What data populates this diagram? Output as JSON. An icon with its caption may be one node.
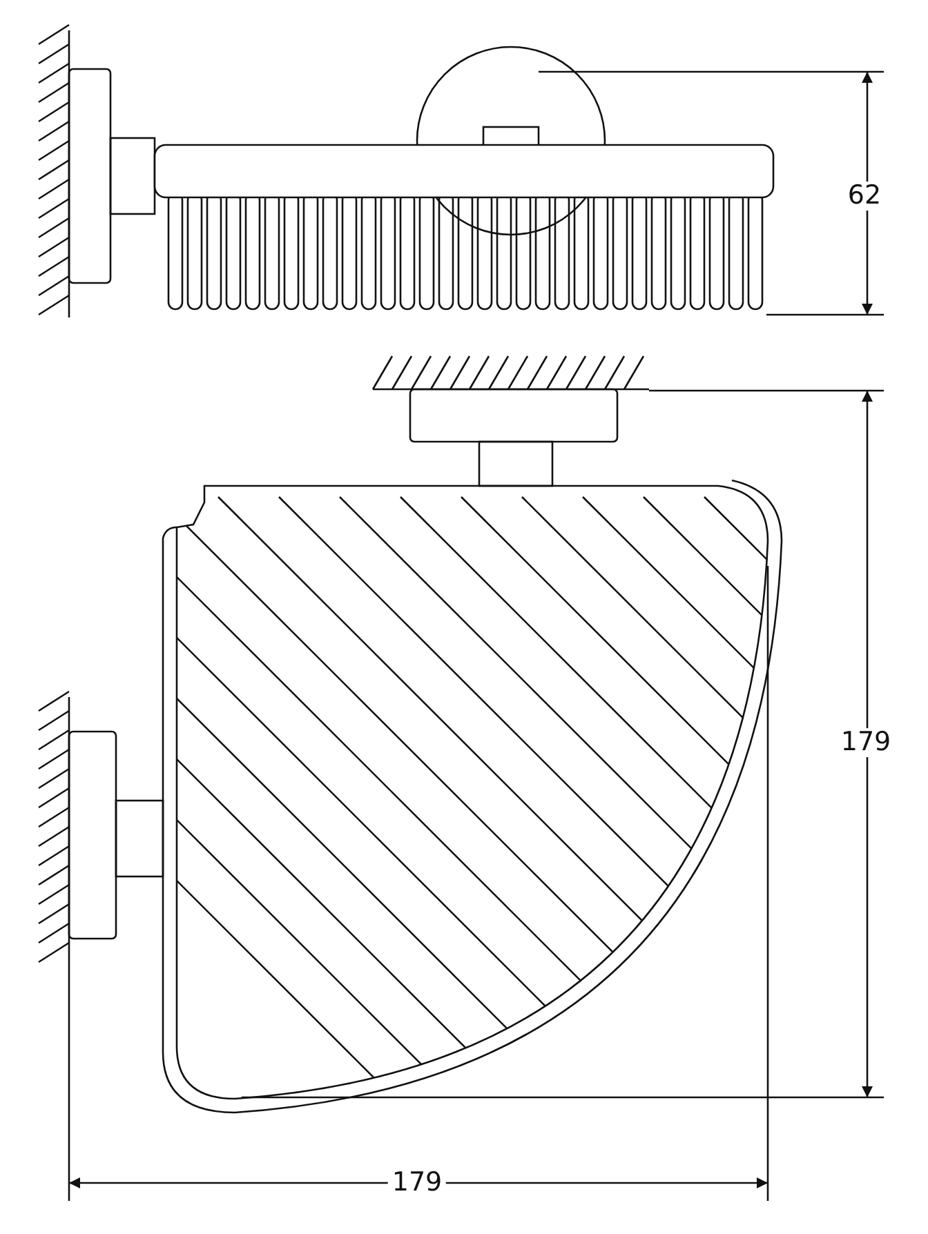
{
  "diagram": {
    "labels": [
      "62",
      "179",
      "179"
    ]
  }
}
